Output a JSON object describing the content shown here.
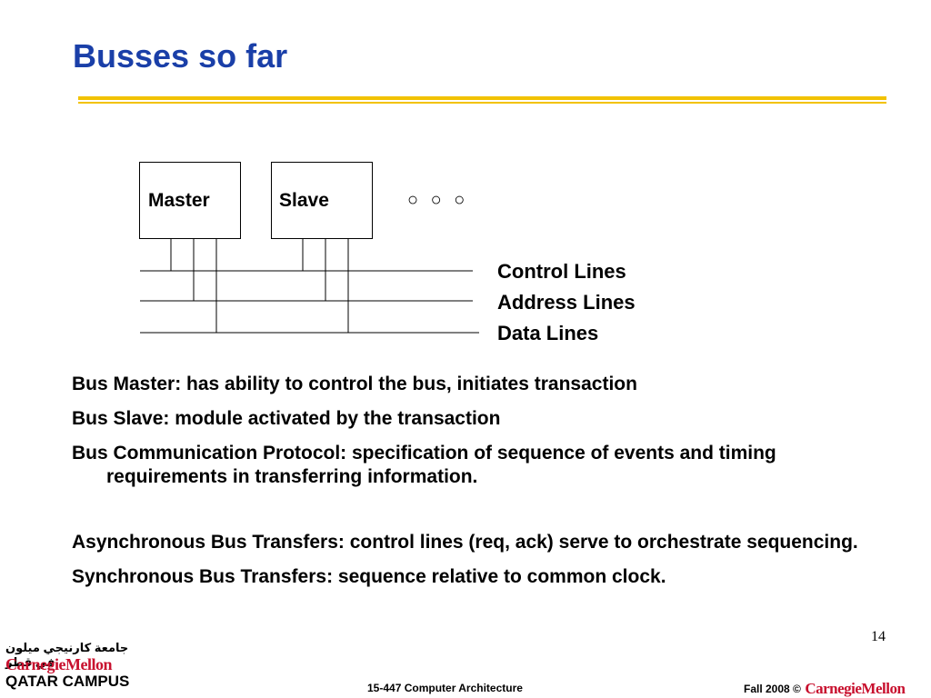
{
  "slide": {
    "title": "Busses so far",
    "page_number": "14"
  },
  "diagram": {
    "master_label": "Master",
    "slave_label": "Slave",
    "more_symbol": "○ ○ ○",
    "line_labels": [
      "Control Lines",
      "Address Lines",
      "Data Lines"
    ]
  },
  "body": {
    "items": [
      "Bus Master:  has ability to control the bus, initiates transaction",
      "Bus Slave:  module activated by the transaction",
      "Bus Communication Protocol:  specification of sequence of events and timing requirements in transferring information.",
      "Asynchronous Bus Transfers:  control lines (req, ack) serve to orchestrate sequencing.",
      "Synchronous Bus Transfers:  sequence relative to common clock."
    ]
  },
  "footer": {
    "course": "15-447  Computer Architecture",
    "term": "Fall 2008 ©",
    "brand": "CarnegieMellon",
    "campus_arabic": "جامعة كارنيجي ميلون في قطر",
    "campus_name": "CarnegieMellon",
    "campus_sub": "QATAR CAMPUS"
  },
  "colors": {
    "title": "#1a3fa8",
    "rule": "#f2c200",
    "brand": "#c8102e"
  }
}
